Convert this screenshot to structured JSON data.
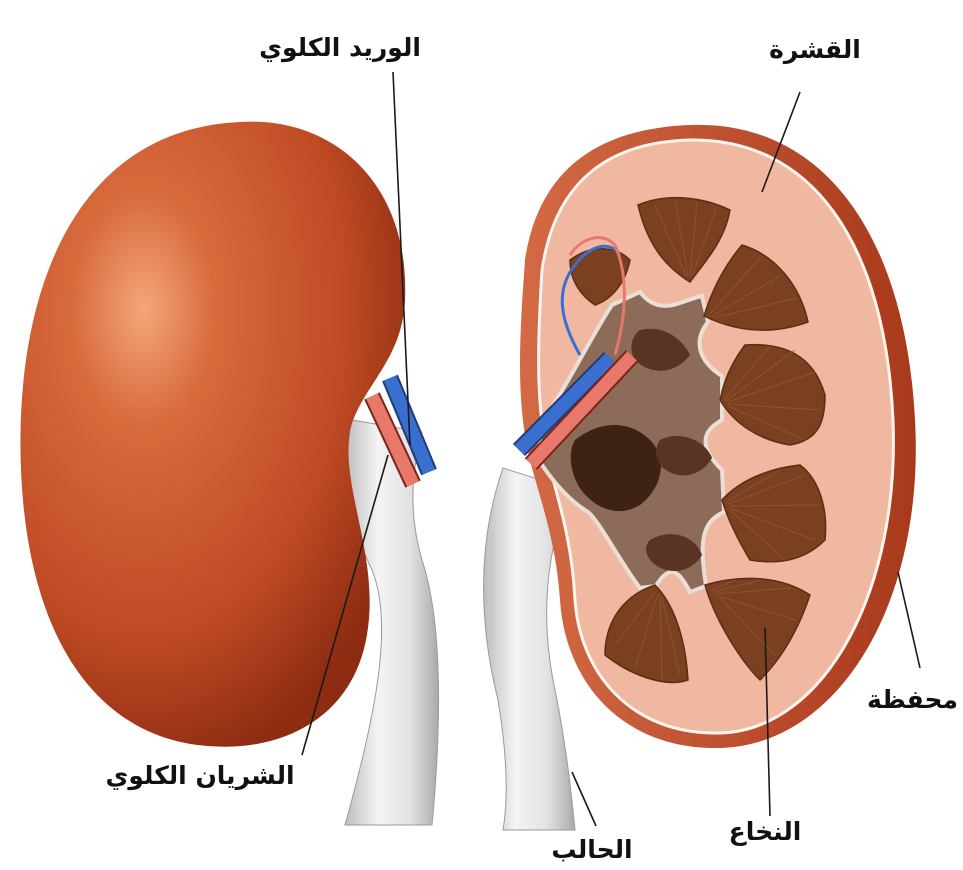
{
  "labels": {
    "renal_vein": "الوريد الكلوي",
    "cortex": "القشرة",
    "capsule": "محفظة",
    "renal_artery": "الشريان الكلوي",
    "ureter": "الحالب",
    "medulla": "النخاع"
  },
  "colors": {
    "kidney_surface": "#c24a24",
    "capsule": "#b94a2a",
    "cortex": "#f0b8a0",
    "medulla": "#7a4020",
    "renal_vein": "#3a6fd0",
    "renal_artery": "#e8786a",
    "ureter": "#e6e6e6"
  }
}
